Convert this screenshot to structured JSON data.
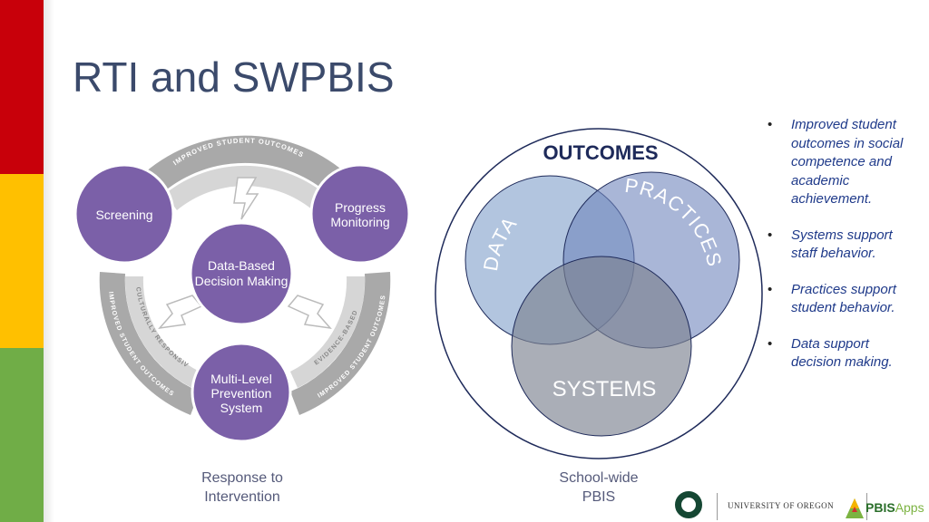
{
  "slide": {
    "title": "RTI and SWPBIS"
  },
  "rti_diagram": {
    "outer_ring_label": "IMPROVED STUDENT OUTCOMES",
    "inner_ring_left_label": "CULTURALLY RESPONSIVE",
    "inner_ring_right_label": "EVIDENCE-BASED",
    "nodes": {
      "screening": [
        "Screening"
      ],
      "progress_monitoring": [
        "Progress",
        "Monitoring"
      ],
      "center": [
        "Data-Based",
        "Decision Making"
      ],
      "multi_level": [
        "Multi-Level",
        "Prevention",
        "System"
      ]
    },
    "caption": [
      "Response to",
      "Intervention"
    ],
    "colors": {
      "node": "#7b60a8",
      "ring": "#a9a9a9",
      "inner_ring": "#d6d6d6"
    }
  },
  "pbis_diagram": {
    "outcomes_label": "OUTCOMES",
    "data_label": "DATA",
    "practices_label": "PRACTICES",
    "systems_label": "SYSTEMS",
    "caption": [
      "School-wide",
      "PBIS"
    ],
    "colors": {
      "outline": "#1e2a5a",
      "data": "#7f9ec9",
      "practices": "#6f86bd",
      "systems": "#8a8f9a"
    }
  },
  "bullets": [
    "Improved student outcomes in social competence and academic achievement.",
    "Systems support staff behavior.",
    "Practices support student behavior.",
    "Data support decision making."
  ],
  "logos": {
    "university": "UNIVERSITY OF OREGON",
    "pbis_bold": "PBIS",
    "pbis_light": "Apps"
  },
  "sidebar_colors": [
    "#c8000a",
    "#ffc000",
    "#70ad47"
  ]
}
